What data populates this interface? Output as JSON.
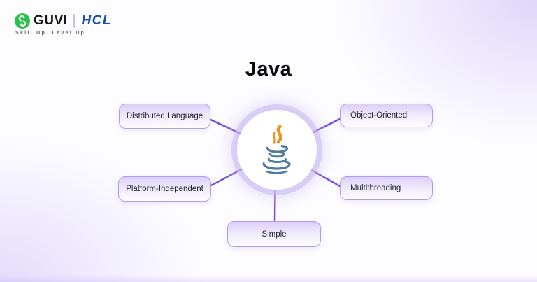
{
  "header": {
    "brand": "GUVI",
    "partner": "HCL",
    "tagline": "Skill Up. Level Up"
  },
  "title": "Java",
  "diagram": {
    "center": "Java logo (coffee cup with steam)",
    "nodes": [
      {
        "id": "distributed-language",
        "label": "Distributed Language",
        "position": "top-left"
      },
      {
        "id": "object-oriented",
        "label": "Object-Oriented",
        "position": "top-right"
      },
      {
        "id": "platform-independent",
        "label": "Platform-Independent",
        "position": "middle-left"
      },
      {
        "id": "multithreading",
        "label": "Multithreading",
        "position": "middle-right"
      },
      {
        "id": "simple",
        "label": "Simple",
        "position": "bottom-center"
      }
    ]
  },
  "colors": {
    "line": "#7348E6",
    "node_border": "#B39BEF",
    "node_fill_top": "#DCCEF9",
    "hub_glow": "#C9B8F2",
    "brand_green": "#27C246",
    "hcl_blue": "#1250A6",
    "steam": "#F0921E",
    "cup": "#4E7CA1",
    "title_text": "#0B0B10"
  }
}
